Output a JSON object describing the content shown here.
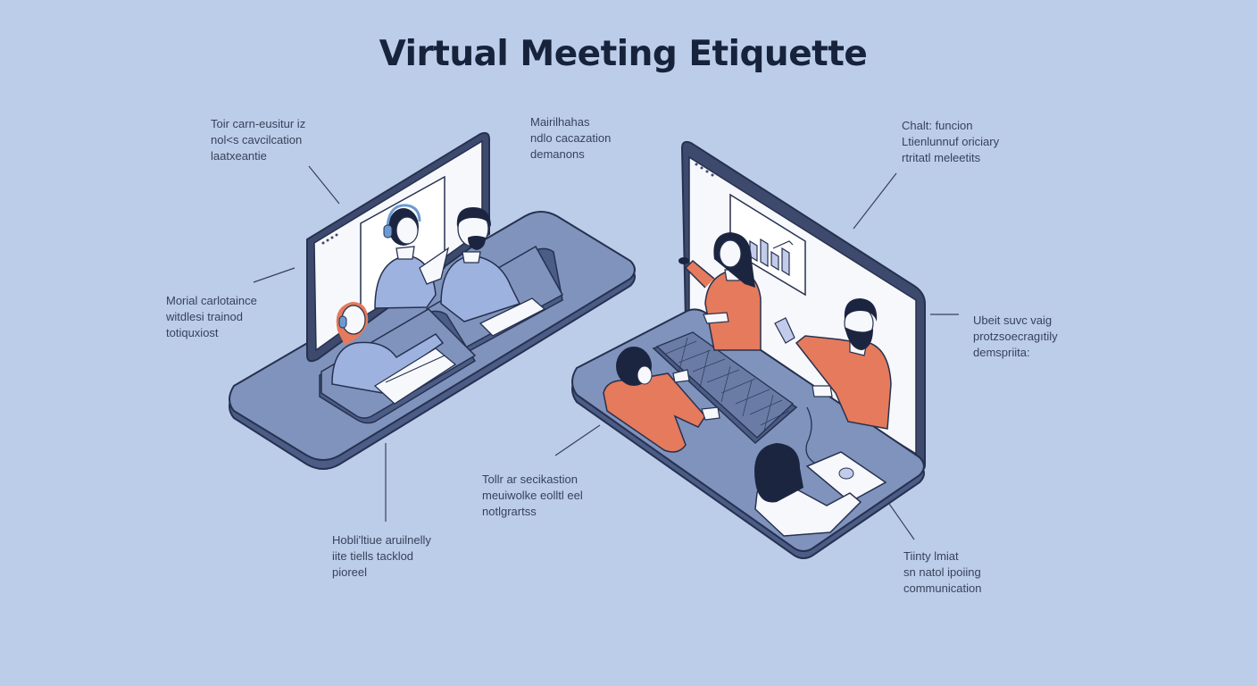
{
  "title": "Virtual Meeting Etiquette",
  "colors": {
    "background": "#bccdea",
    "title": "#17223b",
    "label_text": "#37425a",
    "platform": "#7f93bd",
    "platform_dark": "#4b5c86",
    "outline": "#26314f",
    "screen": "#f7f8fc",
    "shirt_blue": "#9db2de",
    "shirt_orange": "#e57a5c",
    "hair": "#1c2540"
  },
  "labels": [
    {
      "id": "top-left",
      "lines": [
        "Toir carn-eusitur iz",
        "nol<s cavcilcation",
        "laatxeantie"
      ]
    },
    {
      "id": "top-center",
      "lines": [
        "Mairilhahas",
        "ndlo cacazation",
        "demanons"
      ]
    },
    {
      "id": "top-right",
      "lines": [
        "Chalt: funcion",
        "Ltienlunnuf oriciary",
        "rtritatl meleetits"
      ]
    },
    {
      "id": "mid-left",
      "lines": [
        "Morial carlotaince",
        "witdlesi trainod",
        "totiquxiost"
      ]
    },
    {
      "id": "mid-right",
      "lines": [
        "Ubeit suvc vaig",
        "protzsoecragıtily",
        "demspriita:"
      ]
    },
    {
      "id": "bottom-center",
      "lines": [
        "Tollr ar secikastion",
        "meuiwolke eolltl eel",
        "notlgrartss"
      ]
    },
    {
      "id": "bottom-left",
      "lines": [
        "Hobli'ltiue aruilnelly",
        "iite tiells tacklod",
        "pioreel"
      ]
    },
    {
      "id": "bottom-right",
      "lines": [
        "Tiinty lmiat",
        "sn natol ipoiing",
        "communication"
      ]
    }
  ],
  "illustration": {
    "left_setup": {
      "description": "Laptop on gray platform with video call participants",
      "participants": [
        "woman-with-headphones-on-screen",
        "man-with-beard-at-desk",
        "girl-with-headphones-reading"
      ]
    },
    "right_setup": {
      "description": "Large laptop with presenter screen and bar chart",
      "participants": [
        "woman-presenting",
        "bearded-man-holding-phone",
        "person-typing-on-keyboard",
        "woman-using-tablet"
      ],
      "chart_bars": 4
    }
  }
}
